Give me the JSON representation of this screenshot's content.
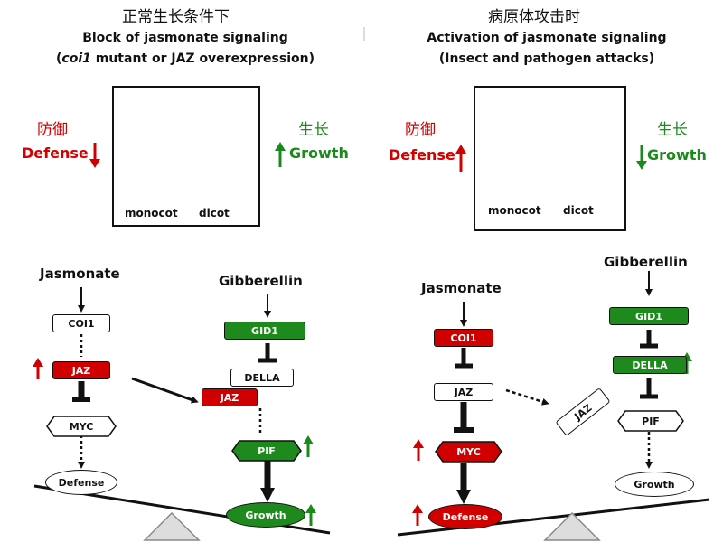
{
  "left": {
    "heading_cn": "正常生长条件下",
    "title_line1": "Block of jasmonate signaling",
    "title_line2_italic": "coi1",
    "title_line2_rest": " mutant or JAZ overexpression)",
    "title_line2_open": "(",
    "defense_cn": "防御",
    "defense_label": "Defense",
    "growth_cn": "生长",
    "growth_label": "Growth",
    "plant_monocot": "monocot",
    "plant_dicot": "dicot",
    "jasmonate": "Jasmonate",
    "gibberellin": "Gibberellin",
    "coi1": "COI1",
    "jaz": "JAZ",
    "myc": "MYC",
    "defense_node": "Defense",
    "gid1": "GID1",
    "della": "DELLA",
    "jaz2": "JAZ",
    "pif": "PIF",
    "growth_node": "Growth"
  },
  "right": {
    "heading_cn": "病原体攻击时",
    "title_line1": "Activation of jasmonate signaling",
    "title_line2": "(Insect and pathogen attacks)",
    "defense_cn": "防御",
    "defense_label": "Defense",
    "growth_cn": "生长",
    "growth_label": "Growth",
    "plant_monocot": "monocot",
    "plant_dicot": "dicot",
    "jasmonate": "Jasmonate",
    "gibberellin": "Gibberellin",
    "coi1": "COI1",
    "jaz": "JAZ",
    "jaz_free": "JAZ",
    "myc": "MYC",
    "defense_node": "Defense",
    "gid1": "GID1",
    "della": "DELLA",
    "pif": "PIF",
    "growth_node": "Growth"
  },
  "colors": {
    "red": "#d00000",
    "green": "#1e8a1e",
    "black": "#111111"
  }
}
